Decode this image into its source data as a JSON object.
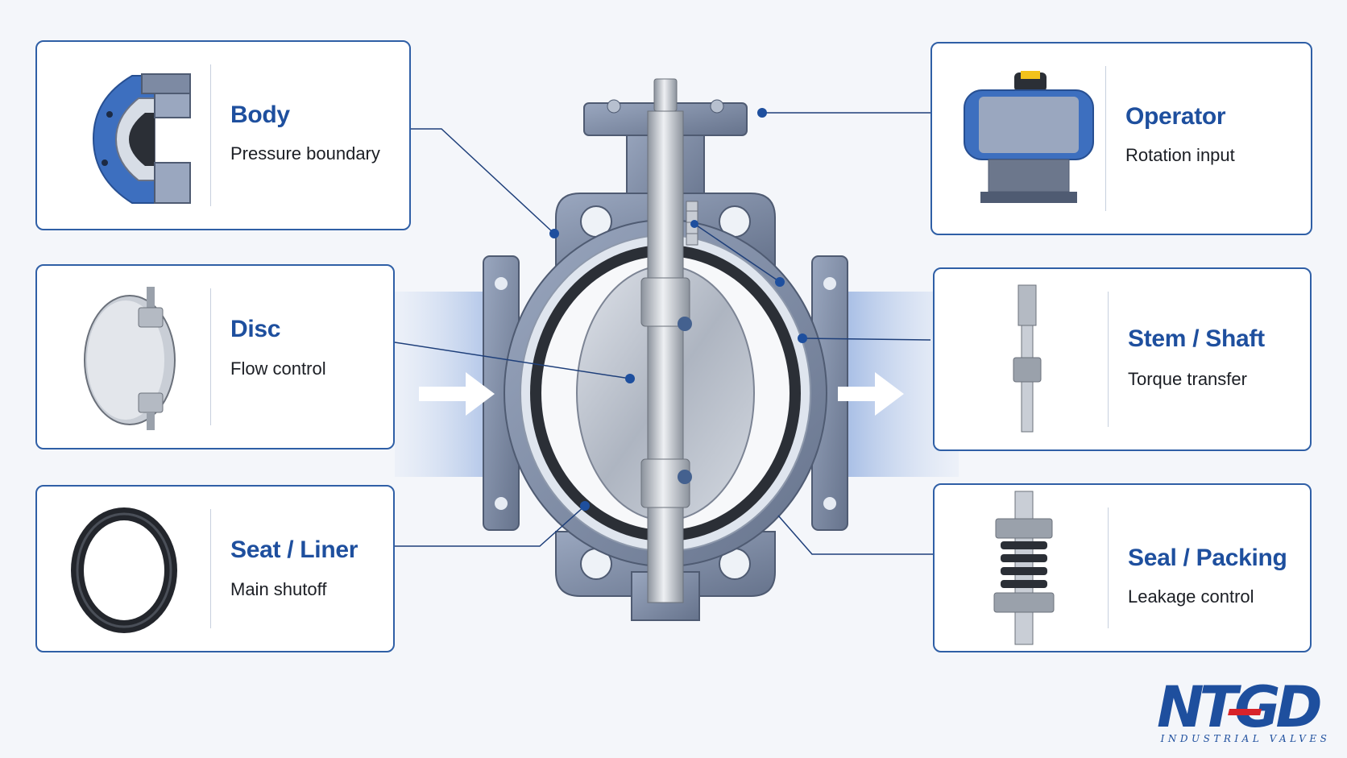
{
  "colors": {
    "accent": "#1e4f9e",
    "card_border": "#2f5fa6",
    "body_metal": "#7d8aa3",
    "flow_blue": "#5c8fe0"
  },
  "callouts": {
    "body": {
      "title": "Body",
      "subtitle": "Pressure boundary",
      "icon": "valve-body-cutaway-icon"
    },
    "disc": {
      "title": "Disc",
      "subtitle": "Flow control",
      "icon": "disc-icon"
    },
    "seat": {
      "title": "Seat / Liner",
      "subtitle": "Main shutoff",
      "icon": "seat-ring-icon"
    },
    "operator": {
      "title": "Operator",
      "subtitle": "Rotation input",
      "icon": "pneumatic-actuator-icon"
    },
    "stem": {
      "title": "Stem / Shaft",
      "subtitle": "Torque transfer",
      "icon": "stem-shaft-icon"
    },
    "seal": {
      "title": "Seal / Packing",
      "subtitle": "Leakage control",
      "icon": "packing-seal-icon"
    }
  },
  "logo": {
    "mark": "NTGD",
    "tagline": "INDUSTRIAL VALVES"
  }
}
